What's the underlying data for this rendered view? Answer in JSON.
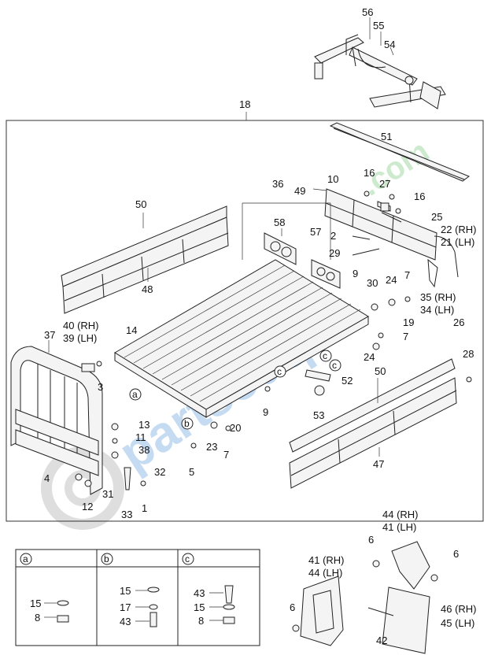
{
  "watermark": {
    "text": "partsouq",
    "sub": ".com",
    "color": "#2f7fd0",
    "color2": "#4fb34f"
  },
  "legend_letters": {
    "a": "a",
    "b": "b",
    "c": "c"
  },
  "labels": {
    "p56": "56",
    "p55": "55",
    "p54": "54",
    "p18": "18",
    "p51": "51",
    "p50a": "50",
    "p48": "48",
    "p36": "36",
    "p58": "58",
    "p10": "10",
    "p16a": "16",
    "p27": "27",
    "p49": "49",
    "p16b": "16",
    "p25": "25",
    "p22": "22 (RH)",
    "p21": "21 (LH)",
    "p57": "57",
    "p2": "2",
    "p29": "29",
    "p9a": "9",
    "p30": "30",
    "p24a": "24",
    "p7a": "7",
    "p35": "35 (RH)",
    "p34": "34 (LH)",
    "p26": "26",
    "p19": "19",
    "p7b": "7",
    "p24b": "24",
    "p40": "40 (RH)",
    "p39": "39 (LH)",
    "p14": "14",
    "p37": "37",
    "p3": "3",
    "p28": "28",
    "p50b": "50",
    "p52": "52",
    "p9b": "9",
    "p53": "53",
    "p13": "13",
    "p11": "11",
    "p38": "38",
    "p20": "20",
    "p23": "23",
    "p7c": "7",
    "p5": "5",
    "p47": "47",
    "p4": "4",
    "p32": "32",
    "p31": "31",
    "p12": "12",
    "p33": "33",
    "p1": "1",
    "p44a": "44 (RH)",
    "p41a": "41 (LH)",
    "p6a": "6",
    "p6b": "6",
    "p41b": "41 (RH)",
    "p44b": "44 (LH)",
    "p6c": "6",
    "p46": "46 (RH)",
    "p45": "45 (LH)",
    "p42": "42",
    "ta": "a",
    "tb": "b",
    "tc": "c",
    "t15a": "15",
    "t8a": "8",
    "t15b": "15",
    "t17": "17",
    "t43a": "43",
    "t43b": "43",
    "t15c": "15",
    "t8b": "8"
  }
}
